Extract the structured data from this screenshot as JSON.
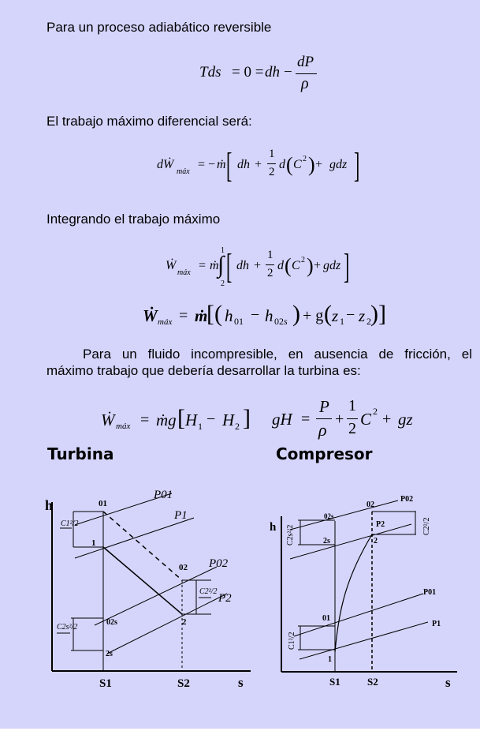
{
  "paragraphs": {
    "p1": "Para un proceso adiabático reversible",
    "p2": "El trabajo máximo diferencial será:",
    "p3": "Integrando el trabajo máximo",
    "p4_line1": "Para un fluido incompresible, en ausencia de fricción, el",
    "p4_line2": "máximo trabajo que debería desarrollar la turbina es:"
  },
  "equations": {
    "eq1": "Tds = 0 = dh − dP/ρ",
    "eq2": "dẆmáx = −ṁ[dh + ½ d(C²) + gdz]",
    "eq3": "Ẇmáx = ṁ ∫₂¹ [dh + ½ d(C²) + gdz]",
    "eq4": "Ẇmáx = ṁ[(h01 − h02s) + g(z1 − z2)]",
    "eq5": "Ẇmáx = ṁg[H1 − H2]",
    "eq6": "gH = P/ρ + ½C² + gz"
  },
  "sections": {
    "turbina": "Turbina",
    "compresor": "Compresor"
  },
  "turbina_diagram": {
    "y_axis": "h",
    "x_axis": "s",
    "states": [
      "01",
      "1",
      "02",
      "2",
      "02s",
      "2s"
    ],
    "isobars": [
      "P01",
      "P1",
      "P02",
      "P2"
    ],
    "dimensions": [
      "C1²/2",
      "C2²/2",
      "C2s²/2"
    ],
    "entropy_marks": [
      "S1",
      "S2"
    ]
  },
  "compresor_diagram": {
    "y_axis": "h",
    "x_axis": "s",
    "states": [
      "02s",
      "02",
      "2s",
      "2",
      "01",
      "1"
    ],
    "isobars": [
      "P02",
      "P2",
      "P01",
      "P1"
    ],
    "dimensions": [
      "C2s²/2",
      "C2²/2",
      "C1²/2"
    ],
    "entropy_marks": [
      "S1",
      "S2"
    ]
  }
}
